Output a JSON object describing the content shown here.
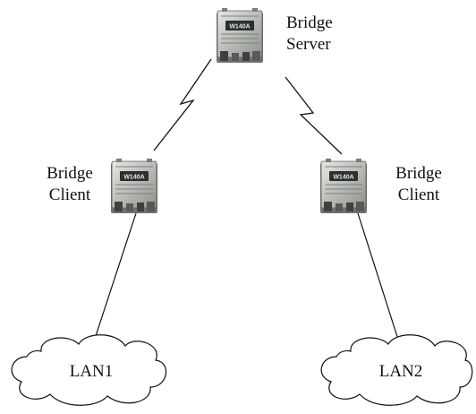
{
  "nodes": {
    "server": {
      "label_line1": "Bridge",
      "label_line2": "Server",
      "device_badge": "W140A"
    },
    "client_left": {
      "label_line1": "Bridge",
      "label_line2": "Client",
      "device_badge": "W140A"
    },
    "client_right": {
      "label_line1": "Bridge",
      "label_line2": "Client",
      "device_badge": "W140A"
    }
  },
  "networks": {
    "lan1": {
      "label": "LAN1"
    },
    "lan2": {
      "label": "LAN2"
    }
  },
  "colors": {
    "line": "#111111",
    "device_body": "#c9ccc6",
    "device_dark": "#4a4d4a",
    "badge": "#2c2f2f"
  }
}
